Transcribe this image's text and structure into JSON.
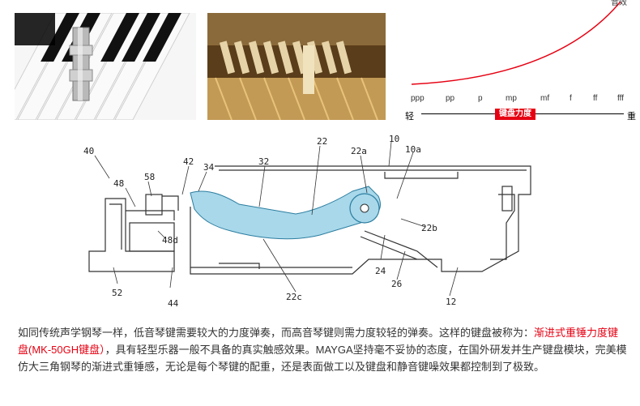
{
  "velocity_chart": {
    "top_label": "音效",
    "dynamics": [
      "ppp",
      "pp",
      "p",
      "mp",
      "mf",
      "f",
      "ff",
      "fff"
    ],
    "left_label": "轻",
    "right_label": "重",
    "badge": "键盘力度",
    "curve_color": "#e60012"
  },
  "diagram": {
    "labels": [
      "40",
      "48",
      "58",
      "42",
      "34",
      "32",
      "22",
      "22a",
      "10",
      "10a",
      "22b",
      "48d",
      "52",
      "44",
      "22c",
      "24",
      "26",
      "12"
    ],
    "highlight_color": "#a8d8ea"
  },
  "description": {
    "part1": "如同传统声学钢琴一样，低音琴键需要较大的力度弹奏，而高音琴键则需力度较轻的弹奏。这样的键盘被称为：",
    "highlight": "渐进式重锤力度键盘(MK-50GH键盘）",
    "part2": "，具有轻型乐器一般不具备的真实触感效果。MAYGA坚持毫不妥协的态度，在国外研发并生产键盘模块，完美模仿大三角钢琴的渐进式重锤感，无论是每个琴键的配重，还是表面做工以及键盘和静音键噪效果都控制到了极致。"
  }
}
